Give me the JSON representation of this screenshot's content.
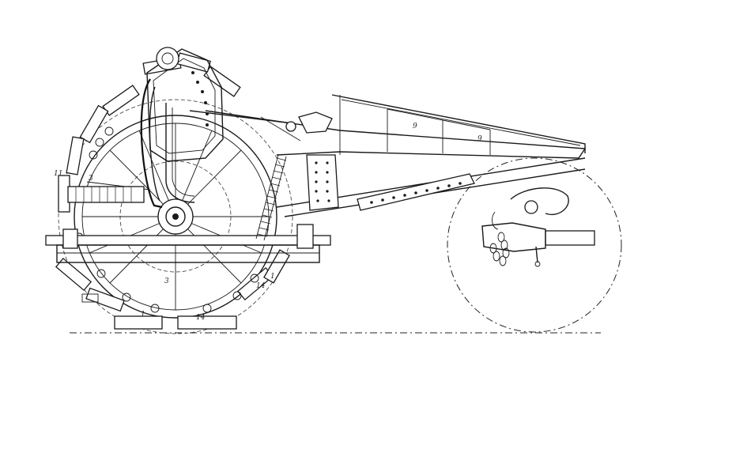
{
  "figure": {
    "colors": {
      "ink": "#1a1a1a",
      "background": "#ffffff"
    },
    "labels": [
      {
        "id": "label-11-left",
        "text": "11"
      },
      {
        "id": "label-3",
        "text": "3"
      },
      {
        "id": "label-9-upper",
        "text": "9"
      },
      {
        "id": "label-9-right",
        "text": "9"
      },
      {
        "id": "label-1",
        "text": "1"
      },
      {
        "id": "label-14-right",
        "text": "14"
      },
      {
        "id": "label-14-bottom",
        "text": "14"
      },
      {
        "id": "label-1-bottom",
        "text": "1"
      },
      {
        "id": "label-3-bottom",
        "text": "3"
      }
    ]
  }
}
